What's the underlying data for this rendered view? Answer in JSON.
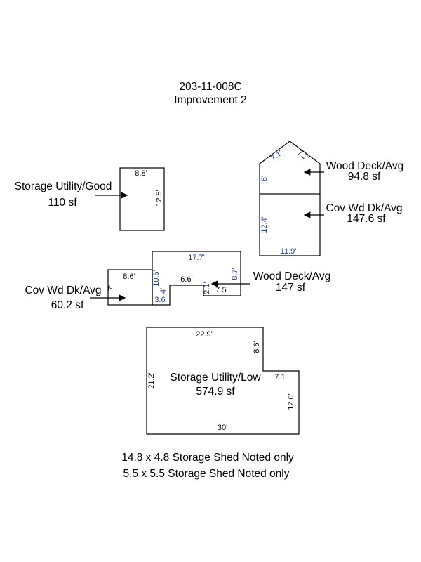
{
  "header": {
    "parcel_id": "203-11-008C",
    "improvement": "Improvement 2"
  },
  "areas": {
    "storage_good": {
      "name": "Storage Utility/Good",
      "area": "110 sf"
    },
    "wood_deck_top": {
      "name": "Wood Deck/Avg",
      "area": "94.8 sf"
    },
    "cov_deck_right": {
      "name": "Cov Wd Dk/Avg",
      "area": "147.6 sf"
    },
    "wood_deck_mid": {
      "name": "Wood Deck/Avg",
      "area": "147 sf"
    },
    "cov_deck_left": {
      "name": "Cov Wd Dk/Avg",
      "area": "60.2 sf"
    },
    "storage_low": {
      "name": "Storage Utility/Low",
      "area": "574.9 sf"
    }
  },
  "dimensions": {
    "storage_good_top": "8.8'",
    "storage_good_side": "12.5'",
    "deck_top_left_slope": "7.1'",
    "deck_top_right_slope": "7.2'",
    "deck_top_side": "6'",
    "cov_right_side": "12.4'",
    "cov_right_bottom": "11.9'",
    "mid_top": "17.7'",
    "mid_left": "10.6'",
    "mid_right": "8.7'",
    "mid_notch_top": "6.6'",
    "mid_notch_left": "4'",
    "mid_notch_right": "2.1'",
    "mid_bottom_right": "7.5'",
    "mid_bottom_left": "3.6'",
    "cov_left_top": "8.6'",
    "cov_left_side": "7'",
    "low_top": "22.9'",
    "low_step_side": "8.6'",
    "low_step_top": "7.1'",
    "low_left": "21.2'",
    "low_right": "12.6'",
    "low_bottom": "30'"
  },
  "notes": [
    "14.8 x 4.8 Storage Shed Noted only",
    "5.5 x 5.5 Storage Shed Noted only"
  ]
}
